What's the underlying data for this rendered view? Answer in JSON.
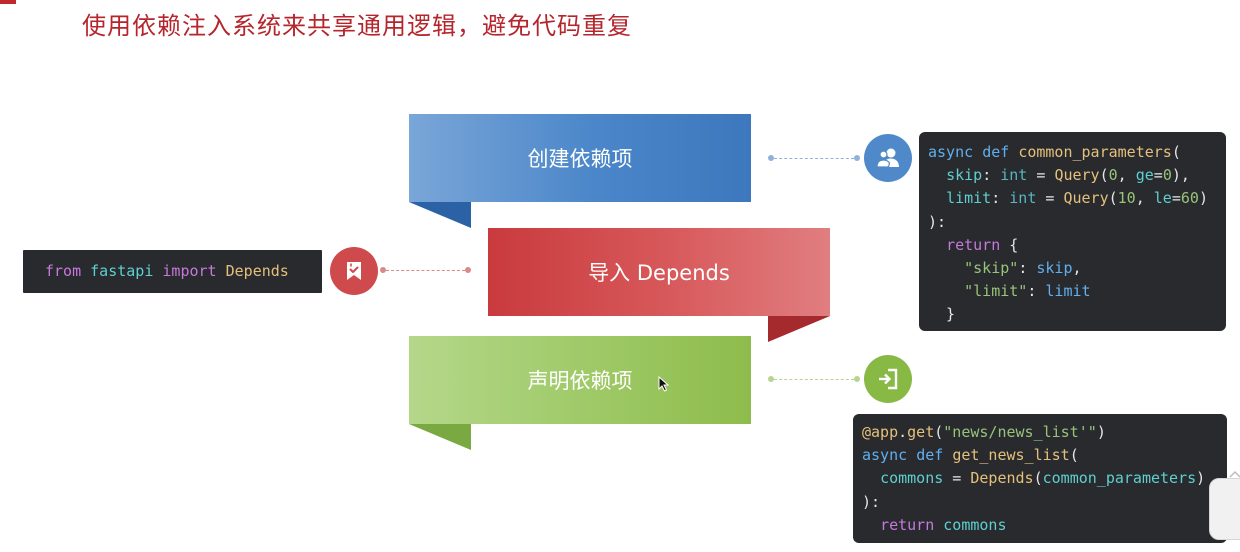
{
  "slide": {
    "title": "使用依赖注入系统来共享通用逻辑，避免代码重复",
    "accent_color": "#b5252c"
  },
  "banners": {
    "create": {
      "label": "创建依赖项",
      "color": "#4a86c9"
    },
    "import": {
      "label": "导入 Depends",
      "color": "#d04548"
    },
    "declare": {
      "label": "声明依赖项",
      "color": "#9ec966"
    }
  },
  "icons": {
    "create": "users-icon",
    "import": "bookmark-check-icon",
    "declare": "sign-in-icon"
  },
  "code": {
    "import": {
      "tokens": [
        "from",
        " ",
        "fastapi",
        " ",
        "import",
        " ",
        "Depends"
      ]
    },
    "common_parameters": {
      "line1": [
        "async",
        " ",
        "def",
        " ",
        "common_parameters",
        "("
      ],
      "line2": [
        "  ",
        "skip",
        ": ",
        "int",
        " = ",
        "Query",
        "(",
        "0",
        ", ",
        "ge",
        "=",
        "0",
        "),"
      ],
      "line3": [
        "  ",
        "limit",
        ": ",
        "int",
        " = ",
        "Query",
        "(",
        "10",
        ", ",
        "le",
        "=",
        "60",
        ")"
      ],
      "line4": [
        "):"
      ],
      "line5": [
        "  ",
        "return",
        " {"
      ],
      "line6": [
        "    ",
        "\"skip\"",
        ": ",
        "skip",
        ","
      ],
      "line7": [
        "    ",
        "\"limit\"",
        ": ",
        "limit"
      ],
      "line8": [
        "  }"
      ]
    },
    "route": {
      "line1": [
        "@app",
        ".",
        "get",
        "(",
        "\"news/news_list'\"",
        ")"
      ],
      "line2": [
        "async",
        " ",
        "def",
        " ",
        "get_news_list",
        "("
      ],
      "line3": [
        "  ",
        "commons",
        " = ",
        "Depends",
        "(",
        "common_parameters",
        ")"
      ],
      "line4": [
        "):"
      ],
      "line5": [
        "  ",
        "return",
        " ",
        "commons"
      ]
    }
  }
}
